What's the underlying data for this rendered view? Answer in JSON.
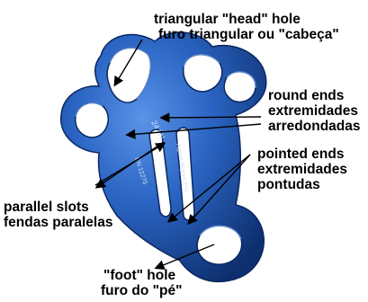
{
  "cut_caption": "",
  "device": {
    "color": "#2A64C2",
    "engraving": [
      "24 kN",
      "Alpine Rigger Pro",
      "EN 12275"
    ]
  },
  "labels": {
    "head": [
      "triangular \"head\" hole",
      "furo triangular ou \"cabeça\""
    ],
    "round": [
      "round ends",
      "extremidades",
      "arredondadas"
    ],
    "pointed": [
      "pointed ends",
      "extremidades",
      "pontudas"
    ],
    "slots": [
      "parallel slots",
      "fendas paralelas"
    ],
    "foot": [
      "\"foot\" hole",
      "furo do \"pé\""
    ]
  }
}
